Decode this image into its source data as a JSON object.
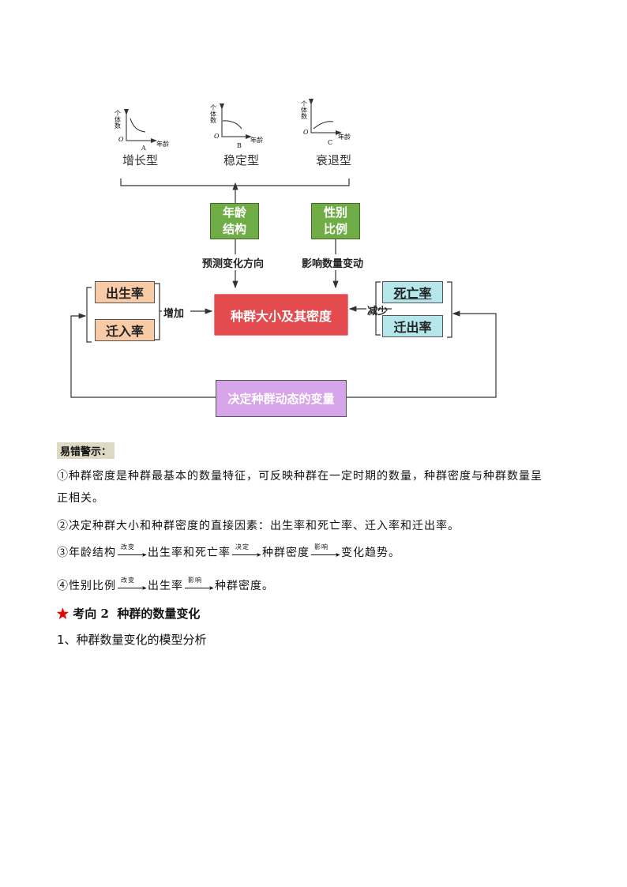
{
  "graphs": [
    {
      "ylabel": "个体数",
      "xlabel": "年龄",
      "origin": "O",
      "letter": "A",
      "type_name": "增长型"
    },
    {
      "ylabel": "个体数",
      "xlabel": "年龄",
      "origin": "O",
      "letter": "B",
      "type_name": "稳定型"
    },
    {
      "ylabel": "个体数",
      "xlabel": "年龄",
      "origin": "O",
      "letter": "C",
      "type_name": "衰退型"
    }
  ],
  "diagram": {
    "age_structure": "年龄结构",
    "sex_ratio": "性别比例",
    "age_label": "预测变化方向",
    "sex_label": "影响数量变动",
    "center": "种群大小及其密度",
    "birth": "出生率",
    "immigration": "迁入率",
    "increase": "增加",
    "death": "死亡率",
    "emigration": "迁出率",
    "decrease": "减少",
    "bottom": "决定种群动态的变量",
    "colors": {
      "green": "#70ad47",
      "peach": "#f8cba6",
      "red": "#e34b4e",
      "cyan": "#b4e6ea",
      "purple": "#d7a5ea"
    }
  },
  "notes": {
    "title": "易错警示：",
    "p1a": "①种群密度是种群最基本的数量特征，可反映种群在一定时期的数量，种群密度与种群数量呈",
    "p1b": "正相关。",
    "p2": "②决定种群大小和种群密度的直接因素：出生率和死亡率、迁入率和迁出率。",
    "p3": [
      "③年龄结构",
      "改变",
      "出生率和死亡率",
      "决定",
      "种群密度",
      "影响",
      "变化趋势。"
    ],
    "p4": [
      "④性别比例",
      "改变",
      "出生率",
      "影响",
      "种群密度。"
    ]
  },
  "section": {
    "star": "★",
    "heading": "考向 2  种群的数量变化",
    "sub": "1、种群数量变化的模型分析"
  }
}
